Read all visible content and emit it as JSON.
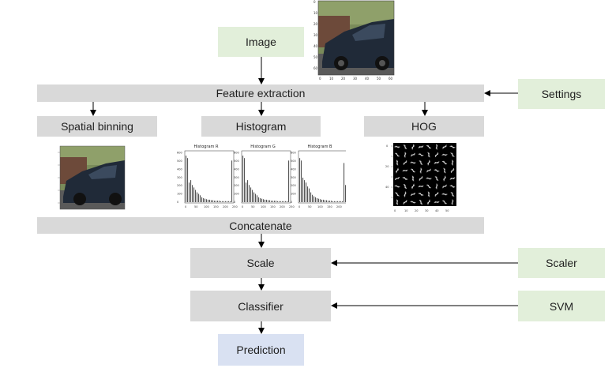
{
  "nodes": {
    "image": "Image",
    "feature_extraction": "Feature extraction",
    "settings": "Settings",
    "spatial_binning": "Spatial binning",
    "histogram": "Histogram",
    "hog": "HOG",
    "concatenate": "Concatenate",
    "scale": "Scale",
    "scaler": "Scaler",
    "classifier": "Classifier",
    "svm": "SVM",
    "prediction": "Prediction"
  },
  "histogram_titles": [
    "Histogram R",
    "Histogram G",
    "Histogram B"
  ],
  "image_axes": {
    "x_ticks": [
      "0",
      "10",
      "20",
      "30",
      "40",
      "50",
      "60"
    ],
    "y_ticks": [
      "0",
      "10",
      "20",
      "30",
      "40",
      "50",
      "60"
    ]
  },
  "histogram_axes": {
    "x_ticks": [
      "0",
      "50",
      "100",
      "150",
      "200",
      "250"
    ],
    "y_ticks": [
      "0",
      "100",
      "200",
      "300",
      "400",
      "500",
      "600"
    ]
  },
  "colors": {
    "grey_box": "#d9d9d9",
    "green_box": "#e2efda",
    "blue_box": "#d9e1f2",
    "arrow": "#000000"
  }
}
